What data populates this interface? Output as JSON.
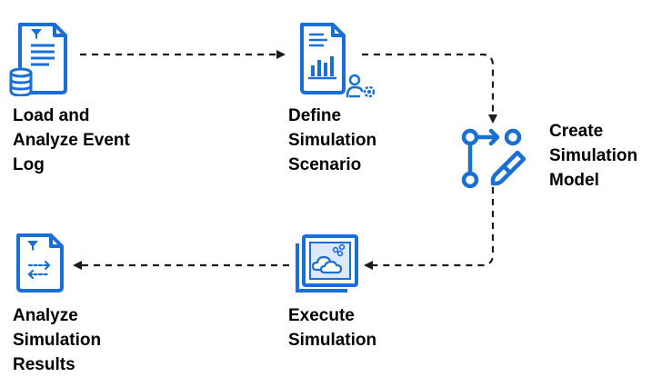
{
  "colors": {
    "accent": "#1a6fd6",
    "arrow": "#1a1a1a",
    "text": "#000000"
  },
  "steps": [
    {
      "id": "load",
      "icon": "document-database-icon",
      "lines": [
        "Load and",
        "Analyze Event",
        "Log"
      ]
    },
    {
      "id": "define",
      "icon": "document-chart-settings-icon",
      "lines": [
        "Define",
        "Simulation",
        "Scenario"
      ]
    },
    {
      "id": "create",
      "icon": "git-branch-edit-icon",
      "lines": [
        "Create",
        "Simulation",
        "Model"
      ]
    },
    {
      "id": "execute",
      "icon": "cloud-window-icon",
      "lines": [
        "Execute",
        "Simulation"
      ]
    },
    {
      "id": "analyze",
      "icon": "document-filter-arrows-icon",
      "lines": [
        "Analyze",
        "Simulation",
        "Results"
      ]
    }
  ]
}
